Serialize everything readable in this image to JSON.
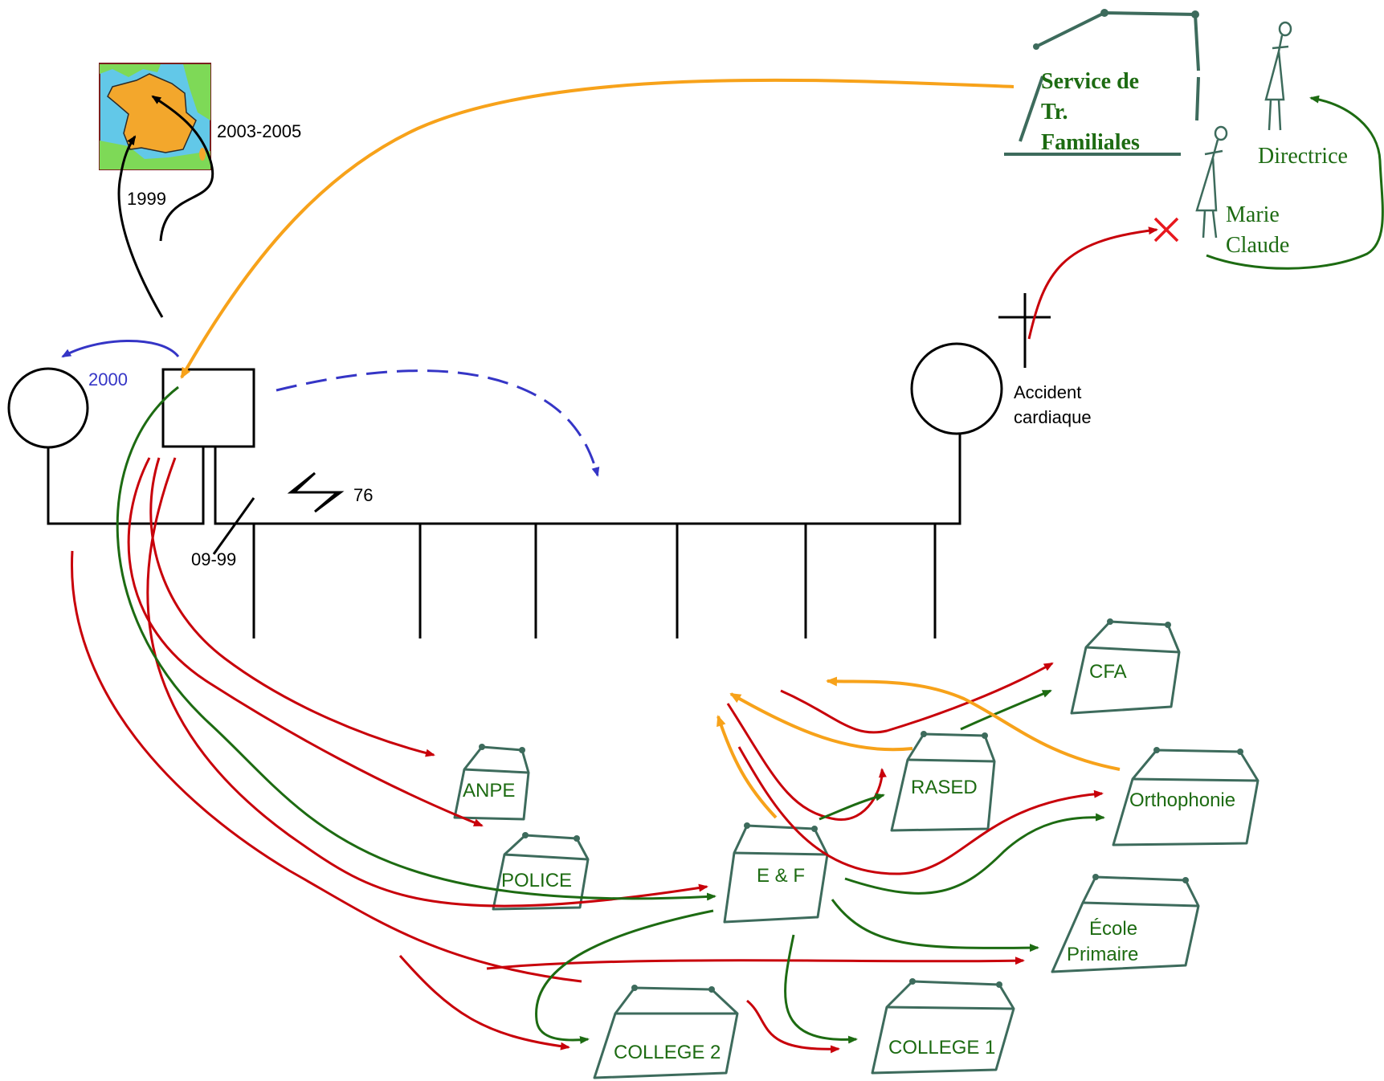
{
  "diagram": {
    "colors": {
      "ink": "#000000",
      "red_link": "#c8000a",
      "green_link": "#1d6b12",
      "orange_link": "#f7a21a",
      "blue_link": "#3535c6",
      "institution_text": "#1d6b12",
      "building_outline": "#3d6b5c",
      "map_sea": "#62c8e8",
      "map_land": "#7ed957",
      "map_france": "#f3a72c"
    },
    "labels": {
      "map_year_1999": "1999",
      "map_years_2003": "2003-2005",
      "return_year_2000": "2000",
      "divorce_date": "09-99",
      "lightning_year": "76",
      "accident_line1": "Accident",
      "accident_line2": "cardiaque"
    },
    "service": {
      "line1": "Service de",
      "line2": "Tr.",
      "line3": "Familiales"
    },
    "people": {
      "directrice": "Directrice",
      "marie_line1": "Marie",
      "marie_line2": "Claude"
    },
    "institutions": {
      "anpe": "ANPE",
      "police": "POLICE",
      "ef": "E & F",
      "rased": "RASED",
      "cfa": "CFA",
      "orthophonie": "Orthophonie",
      "ecole_line1": "École",
      "ecole_line2": "Primaire",
      "college2": "COLLEGE 2",
      "college1": "COLLEGE 1"
    },
    "icons": [
      "france-map-icon",
      "building-icon",
      "stick-figure-icon",
      "lightning-icon",
      "cross-icon"
    ]
  }
}
